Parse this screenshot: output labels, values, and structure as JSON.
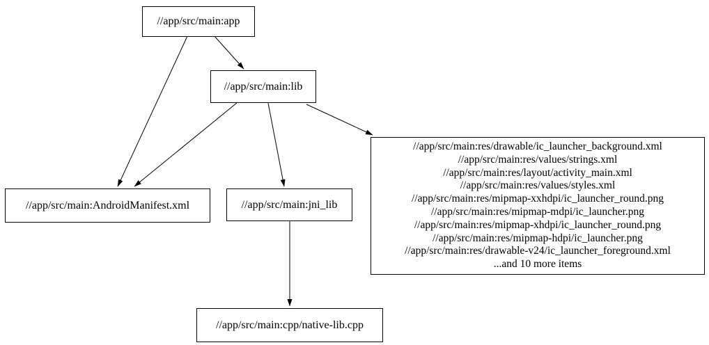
{
  "diagram": {
    "type": "dependency-graph",
    "background_color": "#ffffff",
    "node_fill_color": "#ffffff",
    "node_border_color": "#000000",
    "edge_color": "#000000",
    "text_color": "#000000",
    "nodes": {
      "app": {
        "label": "//app/src/main:app"
      },
      "lib": {
        "label": "//app/src/main:lib"
      },
      "manifest": {
        "label": "//app/src/main:AndroidManifest.xml"
      },
      "jni_lib": {
        "label": "//app/src/main:jni_lib"
      },
      "native_lib": {
        "label": "//app/src/main:cpp/native-lib.cpp"
      },
      "resources": {
        "lines": [
          "//app/src/main:res/drawable/ic_launcher_background.xml",
          "//app/src/main:res/values/strings.xml",
          "//app/src/main:res/layout/activity_main.xml",
          "//app/src/main:res/values/styles.xml",
          "//app/src/main:res/mipmap-xxhdpi/ic_launcher_round.png",
          "//app/src/main:res/mipmap-mdpi/ic_launcher.png",
          "//app/src/main:res/mipmap-xhdpi/ic_launcher_round.png",
          "//app/src/main:res/mipmap-hdpi/ic_launcher.png",
          "//app/src/main:res/drawable-v24/ic_launcher_foreground.xml",
          "...and 10 more items"
        ]
      }
    },
    "edges": [
      {
        "from": "app",
        "to": "manifest"
      },
      {
        "from": "app",
        "to": "lib"
      },
      {
        "from": "lib",
        "to": "manifest"
      },
      {
        "from": "lib",
        "to": "jni_lib"
      },
      {
        "from": "lib",
        "to": "resources"
      },
      {
        "from": "jni_lib",
        "to": "native_lib"
      }
    ]
  }
}
